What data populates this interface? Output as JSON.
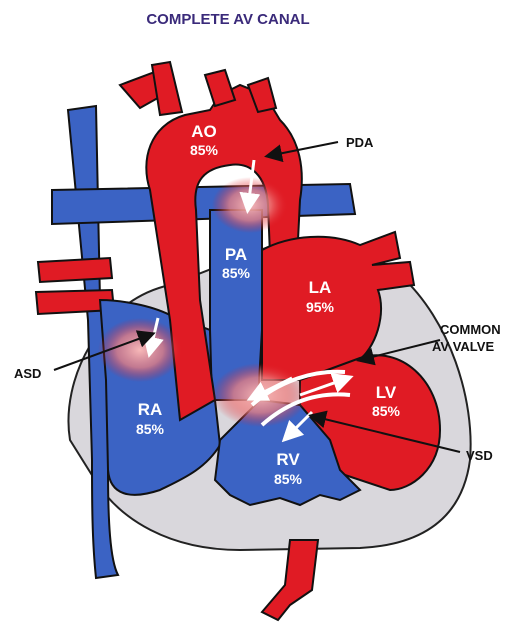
{
  "title": "COMPLETE AV CANAL",
  "chambers": {
    "ao": {
      "label": "AO",
      "saturation": "85%"
    },
    "pa": {
      "label": "PA",
      "saturation": "85%"
    },
    "la": {
      "label": "LA",
      "saturation": "95%"
    },
    "ra": {
      "label": "RA",
      "saturation": "85%"
    },
    "lv": {
      "label": "LV",
      "saturation": "85%"
    },
    "rv": {
      "label": "RV",
      "saturation": "85%"
    }
  },
  "callouts": {
    "pda": "PDA",
    "asd": "ASD",
    "vsd": "VSD",
    "common_av_valve_line1": "COMMON",
    "common_av_valve_line2": "AV VALVE"
  },
  "colors": {
    "oxygenated": "#e01b24",
    "deoxygenated": "#3b63c4",
    "pericardium": "#d9d7dc",
    "title": "#3a2a7a",
    "mixing": "#f08a8a"
  }
}
